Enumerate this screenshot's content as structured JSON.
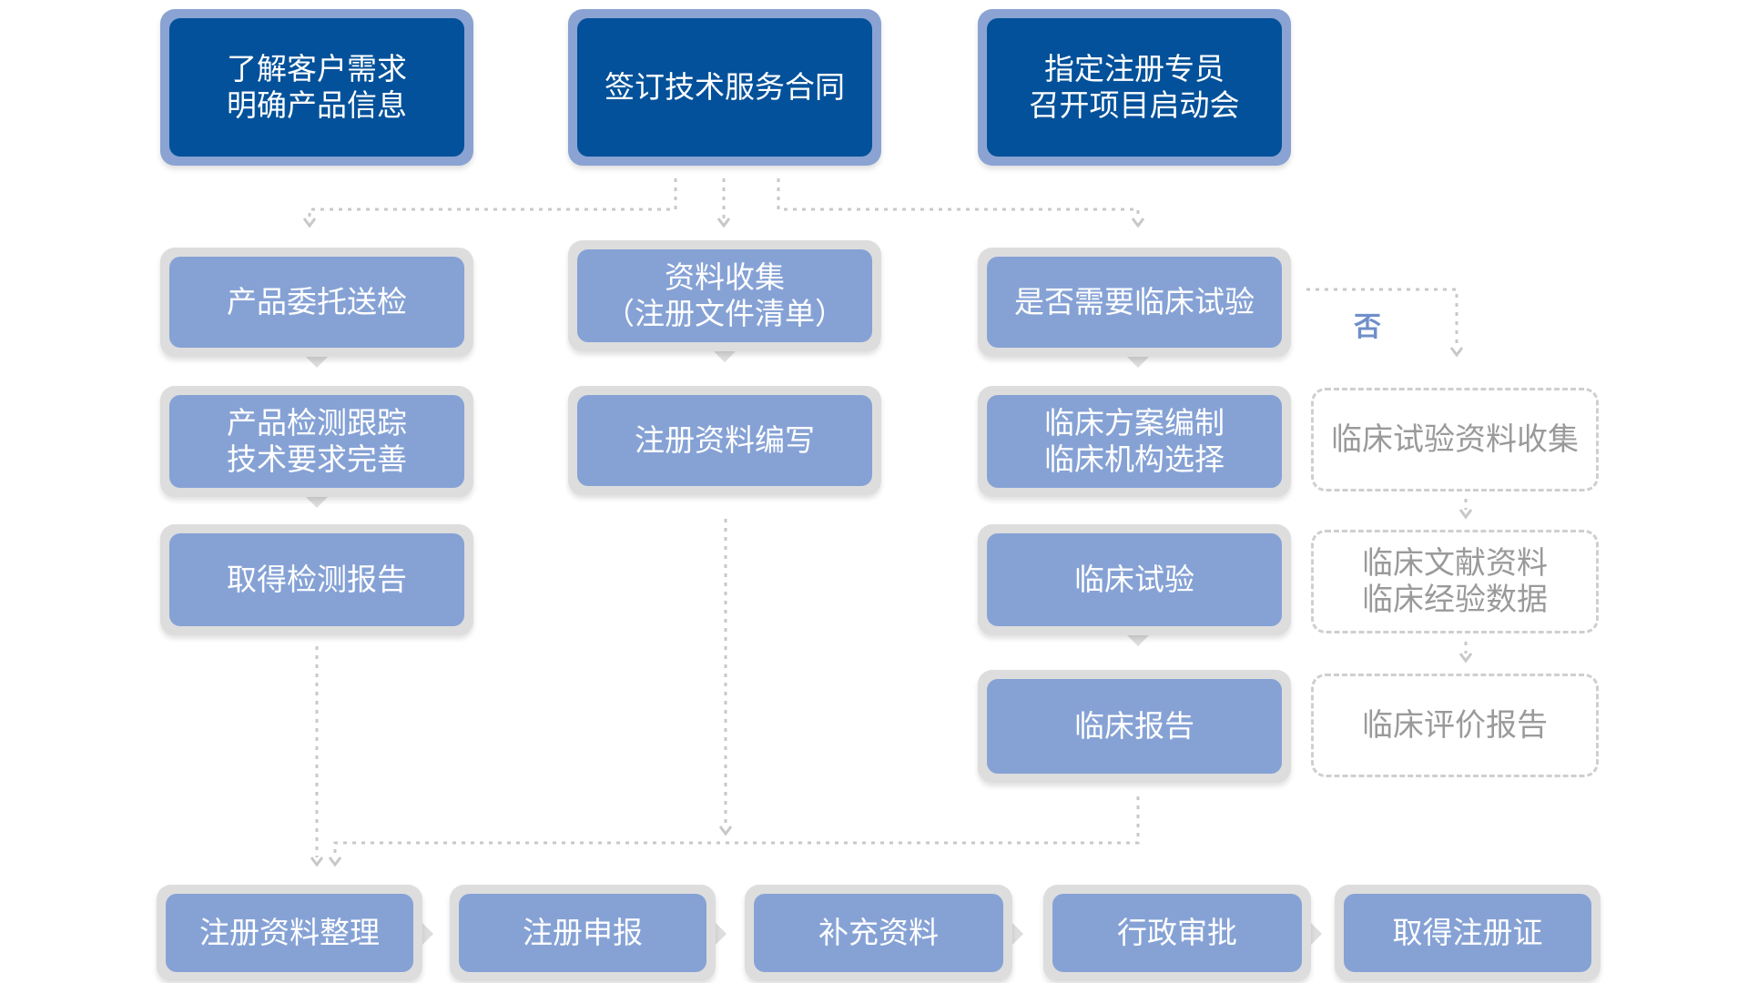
{
  "colors": {
    "dark_blue": "#03519a",
    "light_blue": "#86a2d5",
    "frame_gray": "#dddddd",
    "dashed": "#c8c8c8",
    "outline_text": "#9a9a9a"
  },
  "top": {
    "step1": "了解客户需求\n明确产品信息",
    "step2": "签订技术服务合同",
    "step3": "指定注册专员\n召开项目启动会"
  },
  "col1": {
    "a": "产品委托送检",
    "b": "产品检测跟踪\n技术要求完善",
    "c": "取得检测报告"
  },
  "col2": {
    "a": "资料收集\n（注册文件清单）",
    "b": "注册资料编写"
  },
  "col3": {
    "a": "是否需要临床试验",
    "b": "临床方案编制\n临床机构选择",
    "c": "临床试验",
    "d": "临床报告"
  },
  "no_label": "否",
  "col4": {
    "a": "临床试验资料收集",
    "b": "临床文献资料\n临床经验数据",
    "c": "临床评价报告"
  },
  "bottom": {
    "s1": "注册资料整理",
    "s2": "注册申报",
    "s3": "补充资料",
    "s4": "行政审批",
    "s5": "取得注册证"
  }
}
